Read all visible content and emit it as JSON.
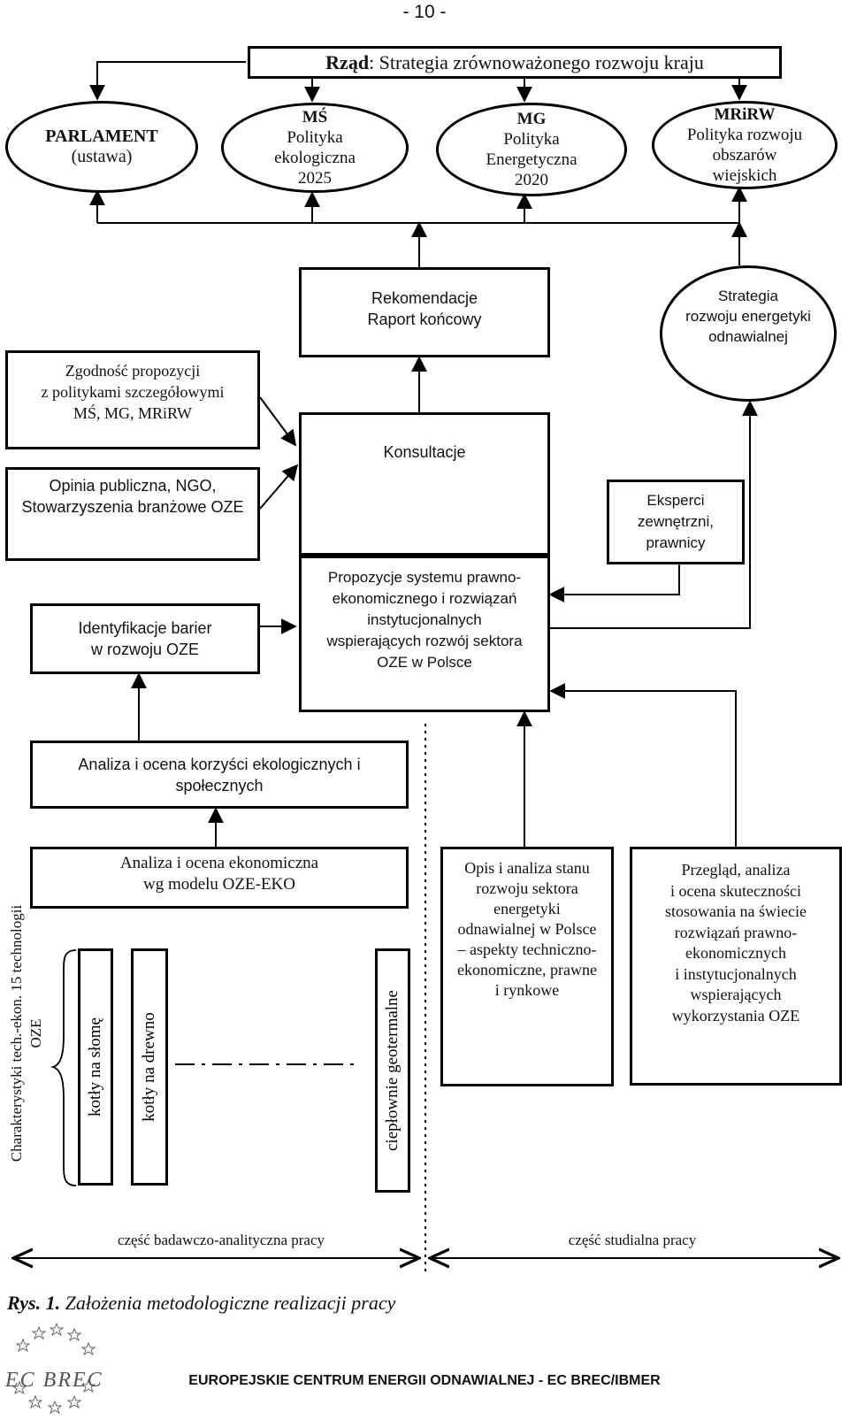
{
  "page_number": "- 10 -",
  "government": {
    "bold": "Rząd",
    "rest": ": Strategia zrównoważonego rozwoju kraju"
  },
  "ovals": {
    "parlament": {
      "title": "PARLAMENT",
      "body": "(ustawa)"
    },
    "ms": {
      "title": "MŚ",
      "body": "Polityka\nekologiczna\n2025"
    },
    "mg": {
      "title": "MG",
      "body": "Polityka\nEnergetyczna\n2020"
    },
    "mrirw": {
      "title": "MRiRW",
      "body": "Polityka rozwoju\nobszarów\nwiejskich"
    },
    "strategy": "Strategia\nrozwoju energetyki\nodnawialnej"
  },
  "boxes": {
    "recommendations": "Rekomendacje\nRaport końcowy",
    "consultations": "Konsultacje",
    "proposals": "Propozycje systemu prawno-\nekonomicznego i rozwiązań\ninstytucjonalnych\nwspierających rozwój sektora\nOZE w Polsce",
    "compliance": "Zgodność propozycji\nz politykami szczegółowymi\nMŚ, MG, MRiRW",
    "public_opinion": "Opinia publiczna, NGO,\nStowarzyszenia branżowe OZE",
    "barriers": "Identyfikacje barier\nw rozwoju OZE",
    "experts": "Eksperci\nzewnętrzni,\nprawnicy",
    "eco_analysis": "Analiza i ocena korzyści ekologicznych  i\nspołecznych",
    "econ_analysis": "Analiza i ocena ekonomiczna\nwg modelu OZE-EKO",
    "sector_description": "Opis i analiza stanu\nrozwoju sektora\nenergetyki\nodnawialnej w Polsce\n– aspekty techniczno-\nekonomiczne, prawne\ni rynkowe",
    "world_review": "Przegląd, analiza\ni ocena skuteczności\nstosowania na świecie\nrozwiązań  prawno-\nekonomicznych\ni instytucjonalnych\nwspierających\nwykorzystania OZE"
  },
  "technologies": {
    "side_label": "Charakterystyki tech.-ekon. 15 technologii\nOZE",
    "items": [
      "kotły na słomę",
      "kotły na drewno",
      "ciepłownie geotermalne"
    ]
  },
  "parts": {
    "left": "część badawczo-analityczna pracy",
    "right": "część studialna pracy"
  },
  "caption": {
    "label": "Rys. 1.",
    "text": " Założenia metodologiczne realizacji pracy"
  },
  "footer": {
    "logo_text": "EC BREC",
    "org": "EUROPEJSKIE CENTRUM ENERGII ODNAWIALNEJ - EC BREC/IBMER"
  }
}
